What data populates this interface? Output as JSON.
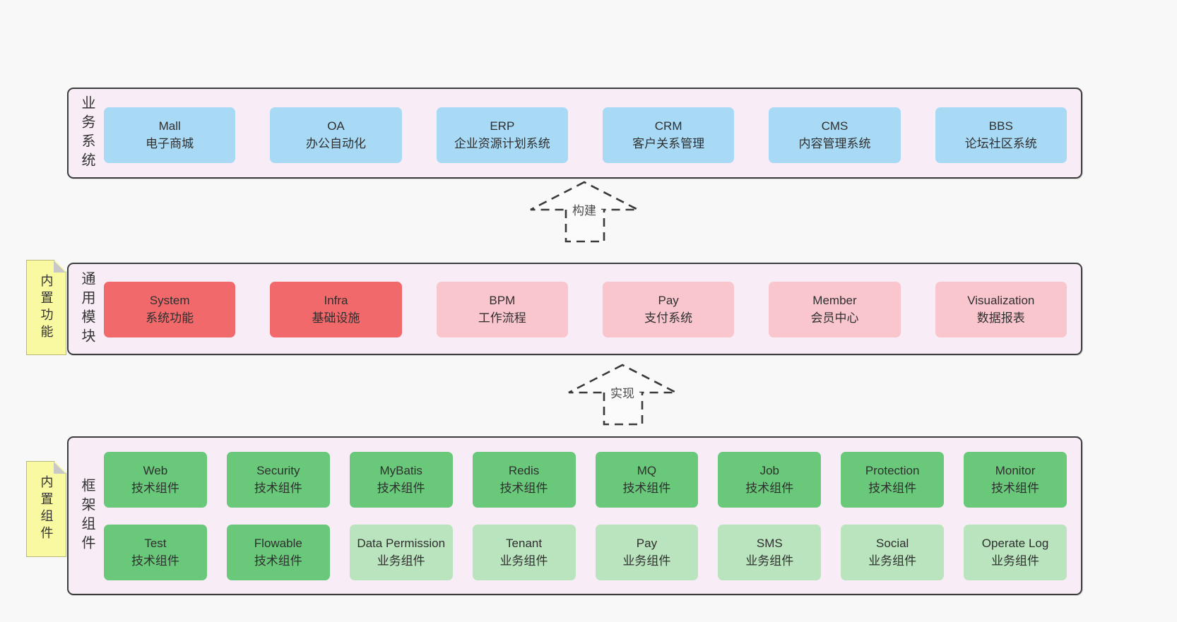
{
  "colors": {
    "page_bg": "#f8f8f8",
    "panel_bg": "#f8edf6",
    "panel_border": "#3c3c3c",
    "box_blue": "#a8daf6",
    "box_red": "#f1696b",
    "box_pink": "#fac6ce",
    "box_green": "#6ac87b",
    "box_green_light": "#b9e4bd",
    "note_bg": "#f9f9a1",
    "note_border": "#b8b878",
    "note_fold": "#c8c8c8",
    "text_dark": "#2f2f2f",
    "arrow_stroke": "#3a3a3a",
    "arrow_fill": "#fbfbfb"
  },
  "arrows": [
    {
      "label": "构建"
    },
    {
      "label": "实现"
    }
  ],
  "layers": {
    "business": {
      "label": "业务系统",
      "boxes": [
        {
          "name": "Mall",
          "subtitle": "电子商城"
        },
        {
          "name": "OA",
          "subtitle": "办公自动化"
        },
        {
          "name": "ERP",
          "subtitle": "企业资源计划系统"
        },
        {
          "name": "CRM",
          "subtitle": "客户关系管理"
        },
        {
          "name": "CMS",
          "subtitle": "内容管理系统"
        },
        {
          "name": "BBS",
          "subtitle": "论坛社区系统"
        }
      ]
    },
    "modules": {
      "label": "通用模块",
      "note": "内置功能",
      "boxes": [
        {
          "name": "System",
          "subtitle": "系统功能",
          "variant": "red"
        },
        {
          "name": "Infra",
          "subtitle": "基础设施",
          "variant": "red"
        },
        {
          "name": "BPM",
          "subtitle": "工作流程",
          "variant": "pink"
        },
        {
          "name": "Pay",
          "subtitle": "支付系统",
          "variant": "pink"
        },
        {
          "name": "Member",
          "subtitle": "会员中心",
          "variant": "pink"
        },
        {
          "name": "Visualization",
          "subtitle": "数据报表",
          "variant": "pink"
        }
      ]
    },
    "components": {
      "label": "框架组件",
      "note": "内置组件",
      "rows": [
        [
          {
            "name": "Web",
            "subtitle": "技术组件",
            "variant": "green"
          },
          {
            "name": "Security",
            "subtitle": "技术组件",
            "variant": "green"
          },
          {
            "name": "MyBatis",
            "subtitle": "技术组件",
            "variant": "green"
          },
          {
            "name": "Redis",
            "subtitle": "技术组件",
            "variant": "green"
          },
          {
            "name": "MQ",
            "subtitle": "技术组件",
            "variant": "green"
          },
          {
            "name": "Job",
            "subtitle": "技术组件",
            "variant": "green"
          },
          {
            "name": "Protection",
            "subtitle": "技术组件",
            "variant": "green"
          },
          {
            "name": "Monitor",
            "subtitle": "技术组件",
            "variant": "green"
          }
        ],
        [
          {
            "name": "Test",
            "subtitle": "技术组件",
            "variant": "green"
          },
          {
            "name": "Flowable",
            "subtitle": "技术组件",
            "variant": "green"
          },
          {
            "name": "Data Permission",
            "subtitle": "业务组件",
            "variant": "green-light"
          },
          {
            "name": "Tenant",
            "subtitle": "业务组件",
            "variant": "green-light"
          },
          {
            "name": "Pay",
            "subtitle": "业务组件",
            "variant": "green-light"
          },
          {
            "name": "SMS",
            "subtitle": "业务组件",
            "variant": "green-light"
          },
          {
            "name": "Social",
            "subtitle": "业务组件",
            "variant": "green-light"
          },
          {
            "name": "Operate Log",
            "subtitle": "业务组件",
            "variant": "green-light"
          }
        ]
      ]
    }
  }
}
